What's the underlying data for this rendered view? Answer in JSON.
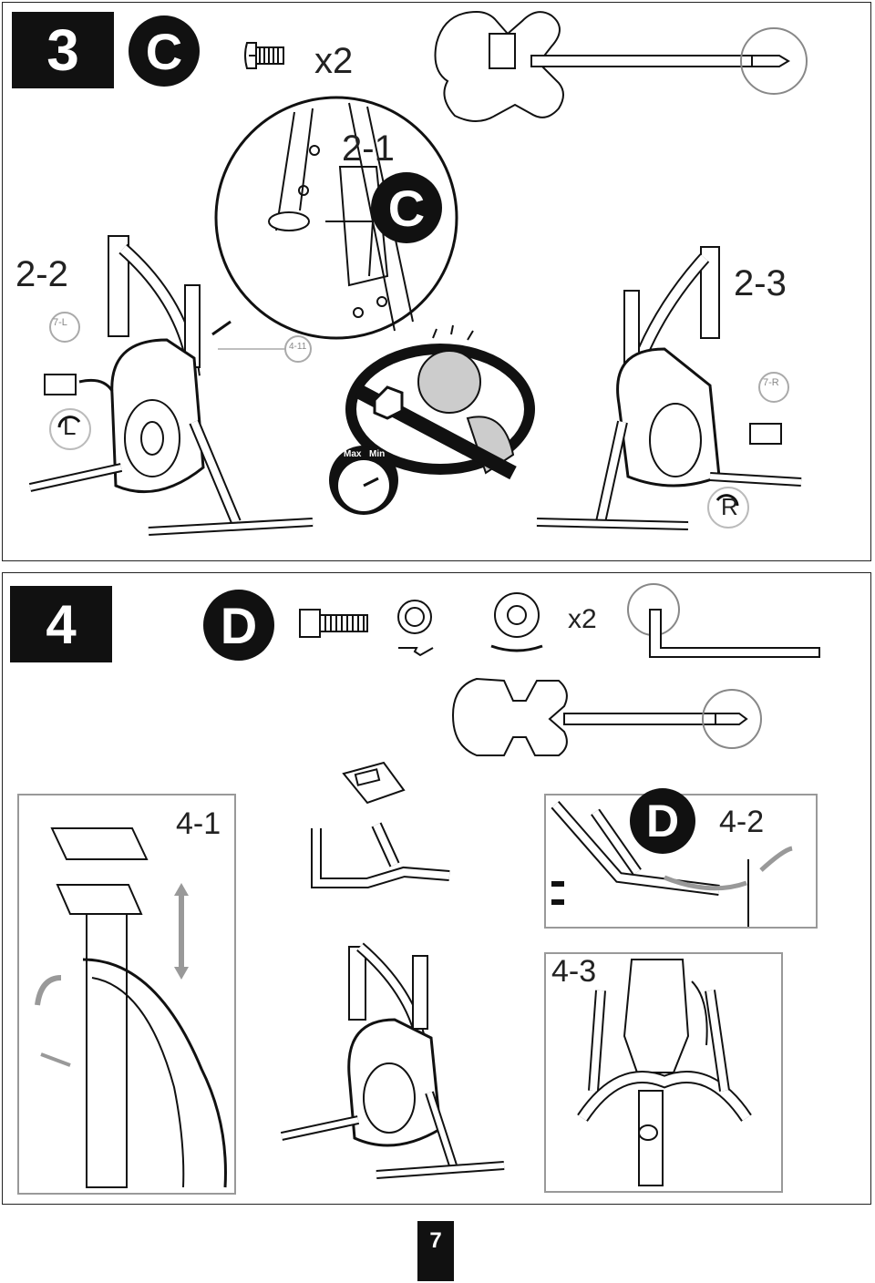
{
  "step3": {
    "number": "3",
    "part_letter": "C",
    "quantity": "x2",
    "detail_labels": {
      "d21": "2-1",
      "d22": "2-2",
      "d23": "2-3"
    },
    "detail_letter": "C",
    "callouts": {
      "pedal_left": "7-L",
      "bottle_holder": "4-11",
      "pedal_right": "7-R"
    },
    "side_left": "L",
    "side_right": "R",
    "torque_max": "Max",
    "torque_min": "Min"
  },
  "step4": {
    "number": "4",
    "part_letter": "D",
    "quantity": "x2",
    "detail_labels": {
      "d41": "4-1",
      "d42": "4-2",
      "d43": "4-3"
    },
    "detail_letter": "D"
  },
  "page_number": "7"
}
